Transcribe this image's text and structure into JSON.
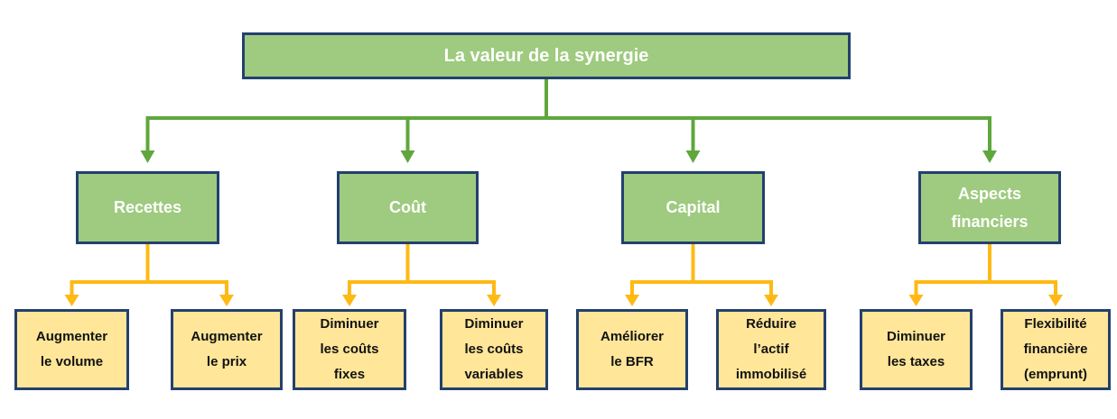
{
  "diagram": {
    "title": "La valeur de la synergie",
    "root": {
      "label": "La valeur de la synergie"
    },
    "branches": [
      {
        "lines": [
          "Recettes"
        ],
        "children": [
          {
            "lines": [
              "Augmenter",
              "le volume"
            ]
          },
          {
            "lines": [
              "Augmenter",
              "le prix"
            ]
          }
        ]
      },
      {
        "lines": [
          "Coût"
        ],
        "children": [
          {
            "lines": [
              "Diminuer",
              "les coûts",
              "fixes"
            ]
          },
          {
            "lines": [
              "Diminuer",
              "les coûts",
              "variables"
            ]
          }
        ]
      },
      {
        "lines": [
          "Capital"
        ],
        "children": [
          {
            "lines": [
              "Améliorer",
              "le BFR"
            ]
          },
          {
            "lines": [
              "Réduire",
              "l’actif",
              "immobilisé"
            ]
          }
        ]
      },
      {
        "lines": [
          "Aspects",
          "financiers"
        ],
        "children": [
          {
            "lines": [
              "Diminuer",
              "les taxes"
            ]
          },
          {
            "lines": [
              "Flexibilité",
              "financière",
              "(emprunt)"
            ]
          }
        ]
      }
    ],
    "colors": {
      "node_green_fill": "#9ECB7F",
      "node_yellow_fill": "#FFE699",
      "node_border": "#24406E",
      "connector_green": "#5FA73D",
      "connector_orange": "#FFB915",
      "text_on_green": "#FFFFFF",
      "text_on_yellow": "#121212",
      "background": "#FFFFFF"
    }
  }
}
